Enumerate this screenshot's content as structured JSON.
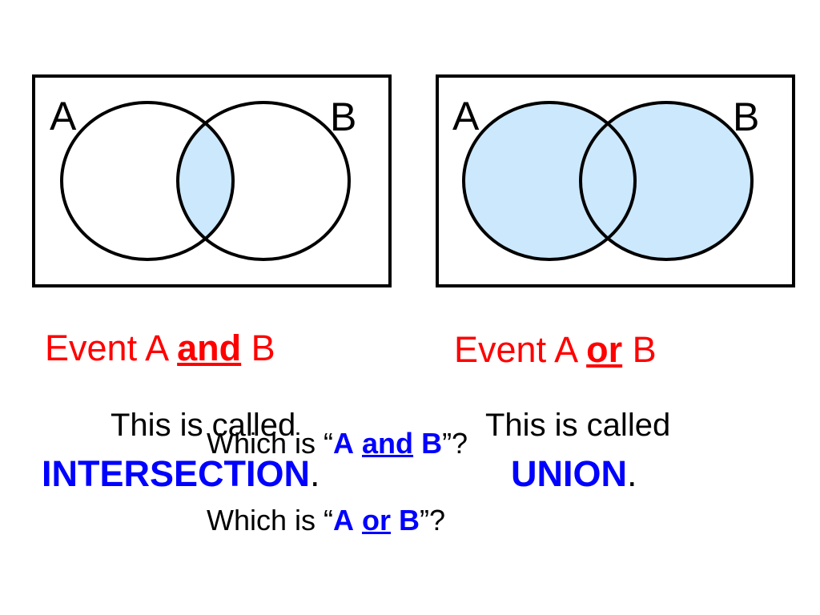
{
  "colors": {
    "event_text": "#ff0000",
    "term_text": "#0000ff",
    "fill": "#cce8fc",
    "stroke": "#000000"
  },
  "intersection_diagram": {
    "label_a": "A",
    "label_b": "B"
  },
  "union_diagram": {
    "label_a": "A",
    "label_b": "B"
  },
  "left_caption": {
    "event_prefix": "Event  A",
    "keyword": "and",
    "event_suffix": "B",
    "called": "This is called",
    "term": "INTERSECTION",
    "term_end": "."
  },
  "right_caption": {
    "event_prefix": "Event  A",
    "keyword": "or",
    "event_suffix": "B",
    "called": "This is called",
    "term": "UNION",
    "term_end": "."
  },
  "questions": {
    "q1": {
      "prefix": "Which is “",
      "a": "A",
      "op": "and",
      "b": "B",
      "suffix": "”?"
    },
    "q2": {
      "prefix": "Which is “",
      "a": "A",
      "op": "or",
      "b": "B",
      "suffix": "”?"
    }
  }
}
